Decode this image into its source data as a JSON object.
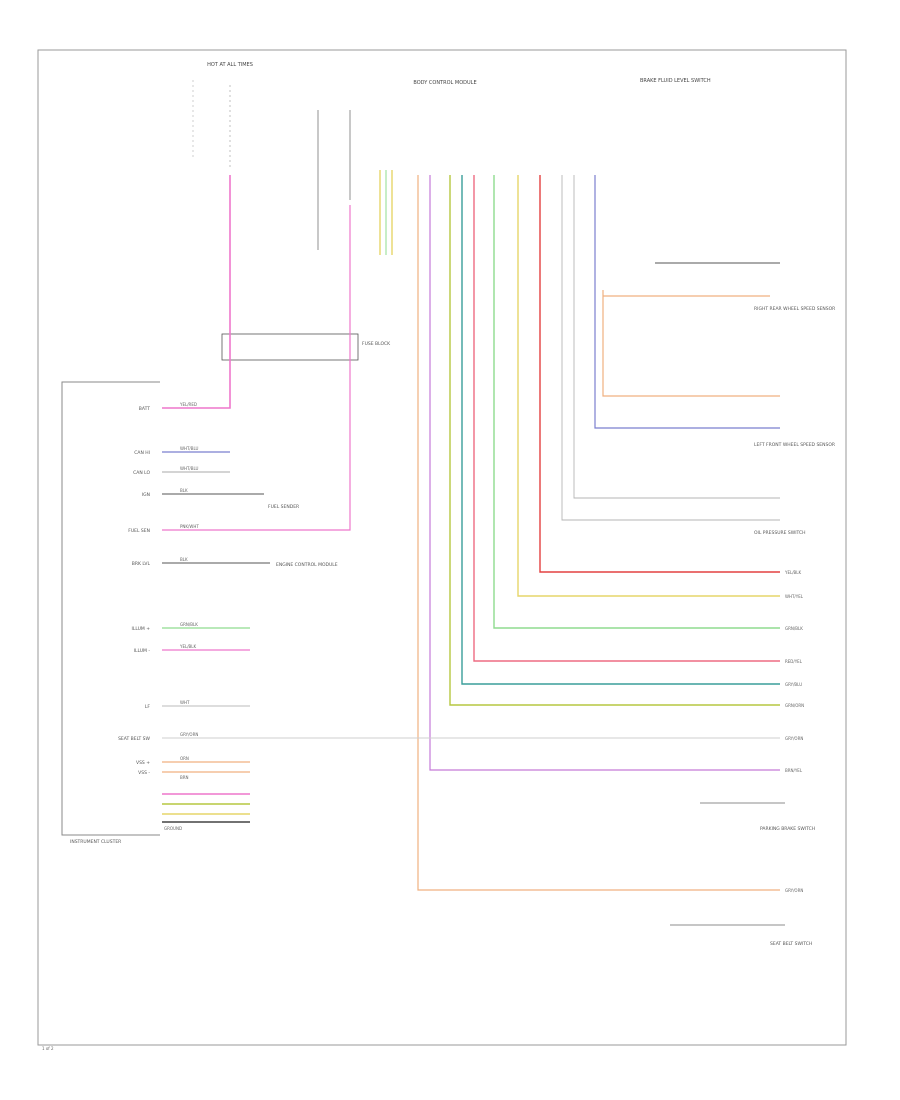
{
  "diagram": {
    "page_code": "1 of 2",
    "header": {
      "hot_at_all_times": "HOT AT ALL TIMES",
      "body_control_module": "BODY CONTROL MODULE",
      "brake_fluid_level_switch": "BRAKE FLUID LEVEL SWITCH"
    },
    "module_labels": {
      "instrument_cluster": "INSTRUMENT CLUSTER",
      "fuse_block": "FUSE BLOCK",
      "fuel_sender": "FUEL SENDER",
      "engine_control_module": "ENGINE CONTROL MODULE",
      "right_rear_abs_sensor": "RIGHT REAR WHEEL SPEED SENSOR",
      "left_front_abs_sensor": "LEFT FRONT WHEEL SPEED SENSOR",
      "oil_pressure_switch": "OIL PRESSURE SWITCH",
      "parking_brake_switch": "PARKING BRAKE SWITCH",
      "seat_belt_switch": "SEAT BELT SWITCH"
    },
    "cluster_pins": [
      {
        "label": "BATT",
        "wire": "YEL/RED"
      },
      {
        "label": "CAN HI",
        "wire": "WHT/BLU"
      },
      {
        "label": "CAN LO",
        "wire": "WHT/BLU"
      },
      {
        "label": "IGN",
        "wire": "BLK"
      },
      {
        "label": "FUEL SEN",
        "wire": "PNK/WHT"
      },
      {
        "label": "BRK LVL",
        "wire": "BLK"
      },
      {
        "label": "ILLUM +",
        "wire": "GRN/BLK"
      },
      {
        "label": "ILLUM -",
        "wire": "YEL/BLK"
      },
      {
        "label": "LF",
        "wire": "WHT"
      },
      {
        "label": "SEAT BELT SW",
        "wire": "GRY/ORN"
      },
      {
        "label": "VSS +",
        "wire": "ORN"
      },
      {
        "label": "VSS -",
        "wire": "BRN"
      }
    ],
    "right_wires": [
      "YEL/BLK",
      "WHT/YEL",
      "GRN/BLK",
      "RED/YEL",
      "GRY/BLU",
      "GRN/ORN",
      "GRY/ORN",
      "BRN/YEL",
      "GRY/ORN"
    ],
    "ground_label": "GROUND",
    "colors": {
      "pink": "#ee77cc",
      "red": "#e34040",
      "yellow": "#e6d66a",
      "green": "#8fdc8f",
      "teal": "#3a9e9a",
      "olive": "#b6c740",
      "orange": "#f0b080",
      "purple": "#7b7fcf",
      "gray": "#b5b5b5",
      "black": "#444444"
    }
  }
}
